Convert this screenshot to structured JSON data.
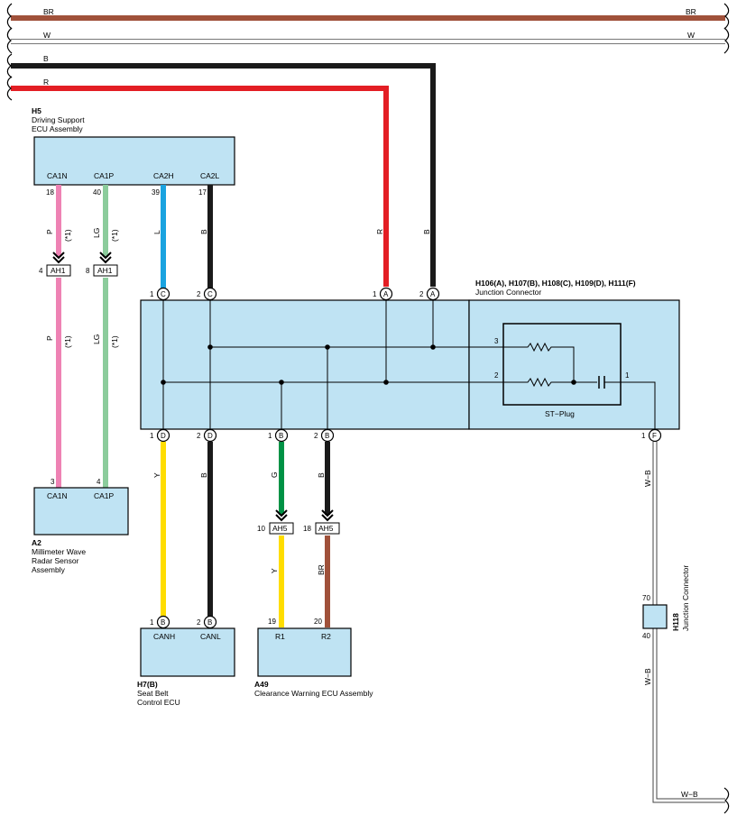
{
  "colors": {
    "box": "#bfe3f3",
    "BR": "#a0513a",
    "W": "#ffffff",
    "B": "#1a1a1a",
    "R": "#e31e24",
    "P": "#ee82b4",
    "LG": "#8ccc9c",
    "L": "#1aa3e0",
    "Y": "#ffdd00",
    "G": "#009245",
    "WB": "#ffffff"
  },
  "buses": {
    "br_left": "BR",
    "br_right": "BR",
    "w_left": "W",
    "w_right": "W",
    "b_left": "B",
    "r_left": "R"
  },
  "h5": {
    "code": "H5",
    "name_line1": "Driving Support",
    "name_line2": "ECU Assembly",
    "pins": [
      "CA1N",
      "CA1P",
      "CA2H",
      "CA2L"
    ],
    "pin_numbers": [
      "18",
      "40",
      "39",
      "17"
    ]
  },
  "wires": {
    "p_color": "P",
    "p_note": "(*1)",
    "lg_color": "LG",
    "lg_note": "(*1)",
    "l_color": "L",
    "ca2l_color": "B",
    "r_color": "R",
    "b_color": "B",
    "y_color": "Y",
    "canl_color": "B",
    "g_color": "G",
    "b2_color": "B",
    "y2_color": "Y",
    "br_color": "BR",
    "wb_color1": "W−B",
    "wb_color2": "W−B",
    "wb_color3": "W−B"
  },
  "ah1": {
    "left_num": "4",
    "left_label": "AH1",
    "right_num": "8",
    "right_label": "AH1"
  },
  "ah5": {
    "left_num": "10",
    "left_label": "AH5",
    "right_num": "18",
    "right_label": "AH5"
  },
  "a2": {
    "code": "A2",
    "name_line1": "Millimeter Wave",
    "name_line2": "Radar Sensor",
    "name_line3": "Assembly",
    "pins": [
      "CA1N",
      "CA1P"
    ],
    "pin_numbers": [
      "3",
      "4"
    ]
  },
  "junction": {
    "title": "H106(A), H107(B), H108(C), H109(D), H111(F)",
    "subtitle": "Junction Connector",
    "top_pins": [
      {
        "num": "1",
        "letter": "C"
      },
      {
        "num": "2",
        "letter": "C"
      },
      {
        "num": "1",
        "letter": "A"
      },
      {
        "num": "2",
        "letter": "A"
      }
    ],
    "bottom_pins": [
      {
        "num": "1",
        "letter": "D"
      },
      {
        "num": "2",
        "letter": "D"
      },
      {
        "num": "1",
        "letter": "B"
      },
      {
        "num": "2",
        "letter": "B"
      },
      {
        "num": "1",
        "letter": "F"
      }
    ],
    "stplug_label": "ST−Plug",
    "stplug_pins": [
      "3",
      "2",
      "1"
    ]
  },
  "h7": {
    "code": "H7(B)",
    "name_line1": "Seat Belt",
    "name_line2": "Control ECU",
    "pins": [
      "CANH",
      "CANL"
    ],
    "pin_numbers": [
      "1",
      "2"
    ],
    "pin_letters": [
      "B",
      "B"
    ]
  },
  "a49": {
    "code": "A49",
    "name": "Clearance Warning ECU Assembly",
    "pins": [
      "R1",
      "R2"
    ],
    "pin_numbers": [
      "19",
      "20"
    ]
  },
  "h118": {
    "code": "H118",
    "name": "Junction Connector",
    "top_num": "70",
    "bottom_num": "40"
  }
}
